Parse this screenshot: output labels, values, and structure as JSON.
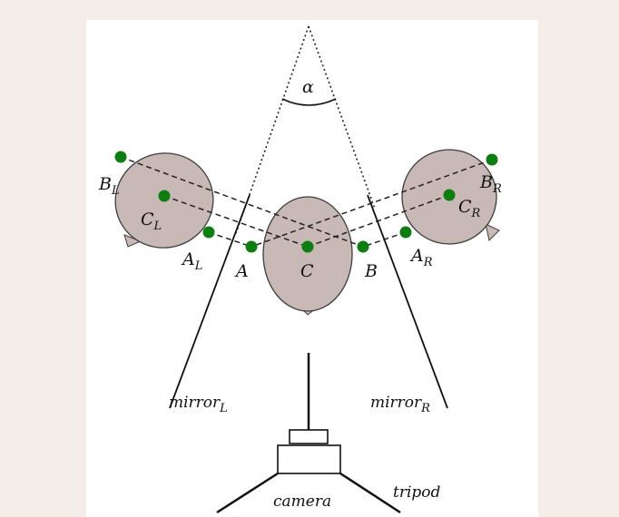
{
  "diagram": {
    "angle_label": "α",
    "points": {
      "A": "A",
      "B": "B",
      "C": "C",
      "A_L": {
        "base": "A",
        "sub": "L"
      },
      "B_L": {
        "base": "B",
        "sub": "L"
      },
      "C_L": {
        "base": "C",
        "sub": "L"
      },
      "A_R": {
        "base": "A",
        "sub": "R"
      },
      "B_R": {
        "base": "B",
        "sub": "R"
      },
      "C_R": {
        "base": "C",
        "sub": "R"
      }
    },
    "mirror_left": {
      "base": "mirror",
      "sub": "L"
    },
    "mirror_right": {
      "base": "mirror",
      "sub": "R"
    },
    "camera_label": "camera",
    "tripod_label": "tripod"
  },
  "colors": {
    "head_fill": "#c9b9b6",
    "head_stroke": "#3d3d3d",
    "marker": "#0e7d12",
    "line": "#111111",
    "page_bg": "#f4ede8",
    "figure_bg": "#ffffff"
  }
}
